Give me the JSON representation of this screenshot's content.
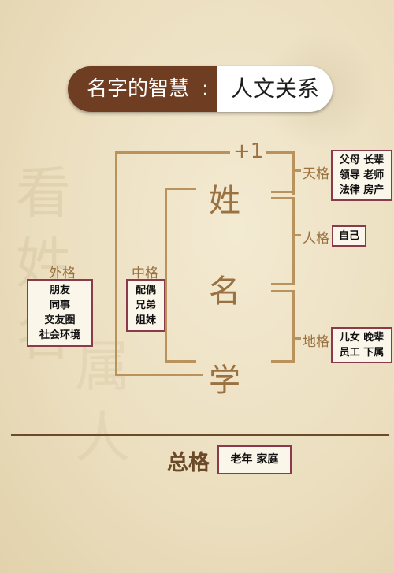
{
  "title": {
    "left": "名字的智慧",
    "colon": ":",
    "right": "人文关系"
  },
  "plus_one": "+1",
  "chars": {
    "xing": "姓",
    "ming": "名",
    "xue": "学"
  },
  "labels": {
    "tiange": "天格",
    "renge": "人格",
    "dige": "地格",
    "waige": "外格",
    "zhongge": "中格",
    "zongge": "总格"
  },
  "boxes": {
    "tiange": [
      "父母  长辈",
      "领导  老师",
      "法律  房产"
    ],
    "renge": [
      "自己"
    ],
    "dige": [
      "儿女  晚辈",
      "员工  下属"
    ],
    "waige": [
      "朋友",
      "同事",
      "交友圈",
      "社会环境"
    ],
    "zhongge": [
      "配偶",
      "兄弟",
      "姐妹"
    ],
    "zongge": [
      "老年  家庭"
    ]
  },
  "colors": {
    "banner": "#6e3d22",
    "line": "#b9935b",
    "box_border": "#8a3a4a",
    "text_accent": "#9a7140"
  }
}
